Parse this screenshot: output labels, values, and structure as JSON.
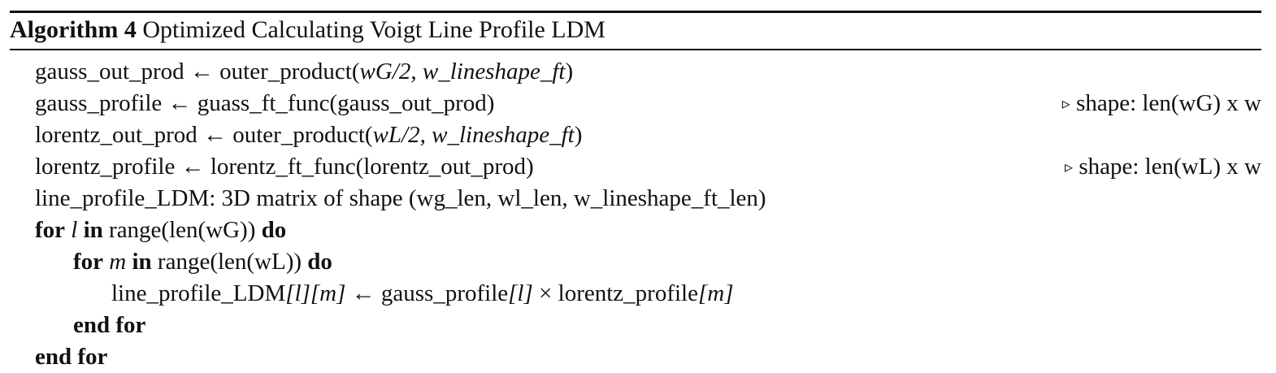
{
  "caption": {
    "label": "Algorithm 4",
    "title": "Optimized Calculating Voigt Line Profile LDM"
  },
  "symbols": {
    "assign": "←",
    "times": "×",
    "comment_marker": "▹"
  },
  "keywords": {
    "for": "for",
    "in": "in",
    "do": "do",
    "end_for": "end for"
  },
  "lines": {
    "l1": {
      "lhs": "gauss_out_prod",
      "func": "outer_product(",
      "arg_math": "wG/2, w_lineshape_ft",
      "close": ")"
    },
    "l2": {
      "lhs": "gauss_profile",
      "rhs": "guass_ft_func(gauss_out_prod)",
      "comment": "shape: len(wG) x w"
    },
    "l3": {
      "lhs": "lorentz_out_prod",
      "func": "outer_product(",
      "arg_math": "wL/2, w_lineshape_ft",
      "close": ")"
    },
    "l4": {
      "lhs": "lorentz_profile",
      "rhs": "lorentz_ft_func(lorentz_out_prod)",
      "comment": "shape: len(wL) x w"
    },
    "l5": {
      "text": "line_profile_LDM: 3D matrix of shape (wg_len, wl_len, w_lineshape_ft_len)"
    },
    "l6": {
      "var": "l",
      "range": "range(len(wG))"
    },
    "l7": {
      "var": "m",
      "range": "range(len(wL))"
    },
    "l8": {
      "target": "line_profile_LDM",
      "idx1": "[l]",
      "idx2": "[m]",
      "left": "gauss_profile",
      "left_idx": "[l]",
      "right": "lorentz_profile",
      "right_idx": "[m]"
    }
  }
}
